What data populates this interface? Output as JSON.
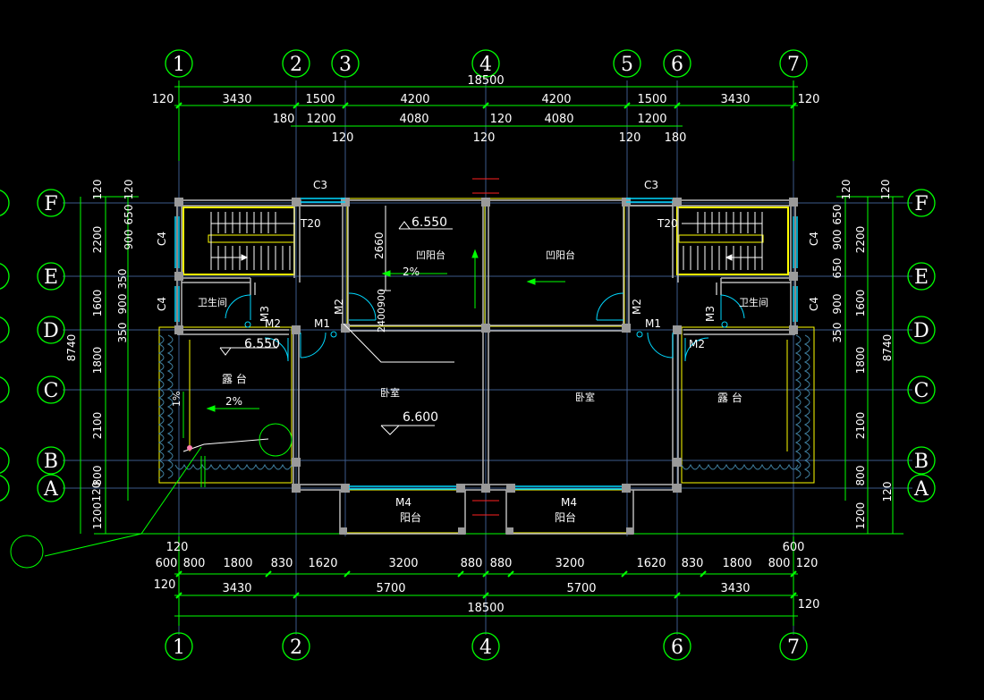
{
  "colors": {
    "background": "#000000",
    "axis_line": "#3c5a8a",
    "dimension": "#00ff00",
    "wall": "#b0b0b0",
    "window": "#00d8ff",
    "yellow": "#ffff00",
    "text": "#ffffff"
  },
  "axes_columns": [
    "1",
    "2",
    "3",
    "4",
    "5",
    "6",
    "7"
  ],
  "axes_bottom_columns": [
    "1",
    "2",
    "4",
    "6",
    "7"
  ],
  "axes_rows": [
    "F",
    "E",
    "D",
    "C",
    "B",
    "A"
  ],
  "dims_top": {
    "total": "18500",
    "row1": [
      "120",
      "3430",
      "1500",
      "4200",
      "4200",
      "1500",
      "3430",
      "120"
    ],
    "row2": [
      "180",
      "1200",
      "4080",
      "120",
      "4080",
      "1200"
    ],
    "row3": [
      "120",
      "120",
      "120",
      "180"
    ]
  },
  "dims_bottom": {
    "row1": [
      "120",
      "600",
      "800",
      "1800",
      "830",
      "1620",
      "3200",
      "880",
      "880",
      "3200",
      "1620",
      "830",
      "1800",
      "800",
      "600",
      "120"
    ],
    "row2": [
      "120",
      "3430",
      "5700",
      "5700",
      "3430"
    ],
    "total": "18500",
    "end": "120"
  },
  "dims_left": {
    "outer": [
      "2200",
      "1600",
      "1800",
      "2100",
      "800",
      "1200"
    ],
    "inner": [
      "120",
      "120",
      "650",
      "900",
      "350",
      "350",
      "900",
      "350"
    ],
    "total": "8740",
    "end": "120"
  },
  "dims_right": {
    "outer": [
      "2200",
      "1600",
      "1800",
      "2100",
      "800",
      "1200"
    ],
    "inner": [
      "120",
      "120",
      "650",
      "900",
      "350",
      "650",
      "900",
      "350"
    ],
    "total": "8740",
    "end": "120"
  },
  "labels": {
    "c3_left": "C3",
    "c3_right": "C3",
    "c4_left_top": "C4",
    "c4_left_bot": "C4",
    "c4_right_top": "C4",
    "c4_right_bot": "C4",
    "t20_left": "T20",
    "t20_right": "T20",
    "level_top": "6.550",
    "level_terrace": "6.550",
    "level_bedroom": "6.600",
    "slope_1": "2%",
    "slope_2": "2%",
    "slope_3": "1%",
    "dim_2660": "2660",
    "dim_2400900": "2400900",
    "bathroom_left": "卫生间",
    "bathroom_right": "卫生间",
    "loggia_left": "凹阳台",
    "loggia_right": "凹阳台",
    "bedroom_left": "卧室",
    "bedroom_right": "卧室",
    "terrace_left": "露 台",
    "terrace_right": "露 台",
    "balcony_left": "阳台",
    "balcony_right": "阳台",
    "m1_left": "M1",
    "m1_right": "M1",
    "m2_left_a": "M2",
    "m2_left_b": "M2",
    "m2_right_a": "M2",
    "m2_right_b": "M2",
    "m3_left": "M3",
    "m3_right": "M3",
    "m4_left": "M4",
    "m4_right": "M4"
  }
}
